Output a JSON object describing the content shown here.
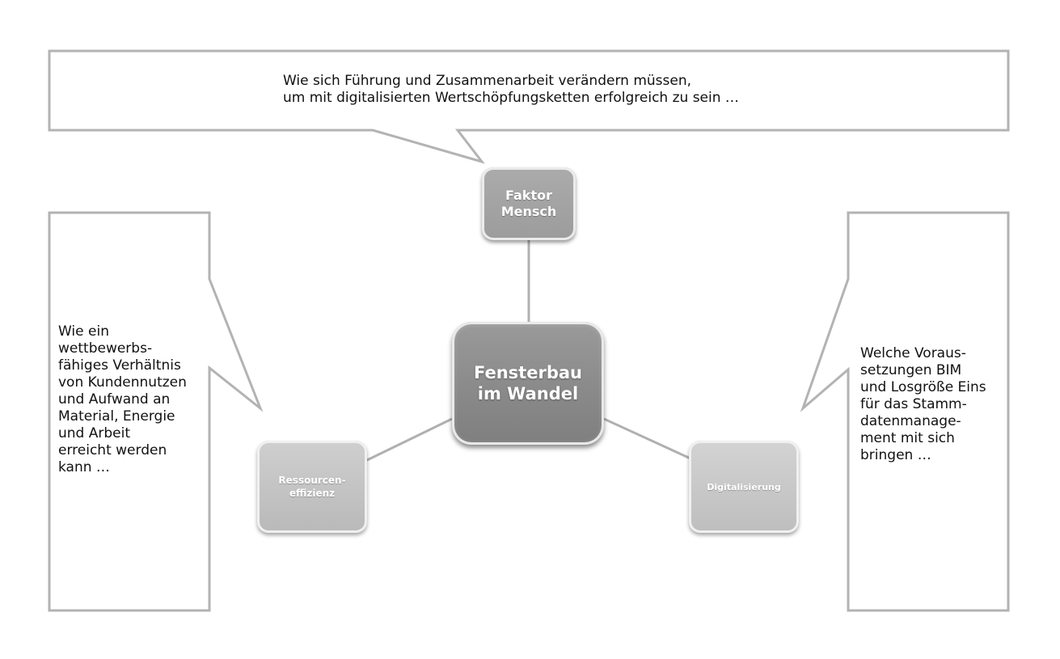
{
  "center": {
    "lines": [
      "Fensterbau",
      "im Wandel"
    ]
  },
  "nodes": {
    "top": {
      "lines": [
        "Faktor",
        "Mensch"
      ]
    },
    "left": {
      "lines": [
        "Ressourcen-",
        "effizienz"
      ]
    },
    "right": {
      "lines": [
        "Digitalisierung"
      ]
    }
  },
  "callouts": {
    "top": {
      "lines": [
        "Wie sich Führung und Zusammenarbeit verändern müssen,",
        "um mit digitalisierten Wertschöpfungsketten erfolgreich zu sein …"
      ]
    },
    "left": {
      "lines": [
        "Wie ein",
        "wettbewerbs-",
        "fähiges Verhältnis",
        "von Kundennutzen",
        "und Aufwand an",
        "Material, Energie",
        "und Arbeit",
        "erreicht werden",
        "kann …"
      ]
    },
    "right": {
      "lines": [
        "Welche Voraus-",
        "setzungen BIM",
        "und Losgröße Eins",
        "für das Stamm-",
        "datenmanage-",
        "ment mit sich",
        "bringen …"
      ]
    }
  },
  "colors": {
    "callout_border": "#b3b3b3",
    "connector": "#b0b0b0",
    "center_fill": "#8c8c8c",
    "node_top_fill": "#a3a3a3",
    "node_side_fill": "#c4c4c4"
  }
}
